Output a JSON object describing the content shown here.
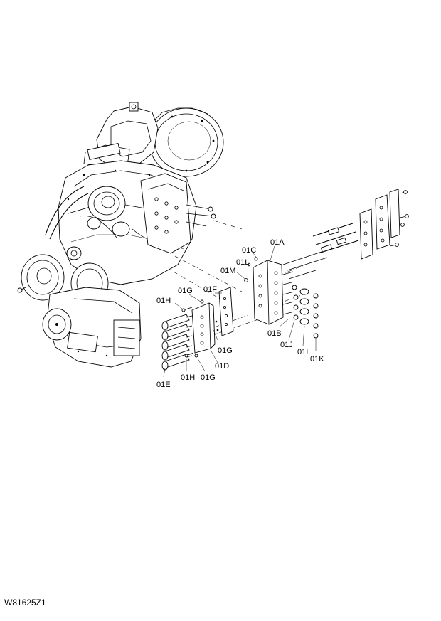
{
  "figure_code": "W81625Z1",
  "callouts": {
    "c01A": "01A",
    "c01B": "01B",
    "c01C": "01C",
    "c01D": "01D",
    "c01E": "01E",
    "c01F": "01F",
    "c01G_top": "01G",
    "c01G_right": "01G",
    "c01G_bottom": "01G",
    "c01H_top": "01H",
    "c01H_bottom": "01H",
    "c01I": "01I",
    "c01J": "01J",
    "c01K": "01K",
    "c01L": "01L",
    "c01M": "01M"
  }
}
